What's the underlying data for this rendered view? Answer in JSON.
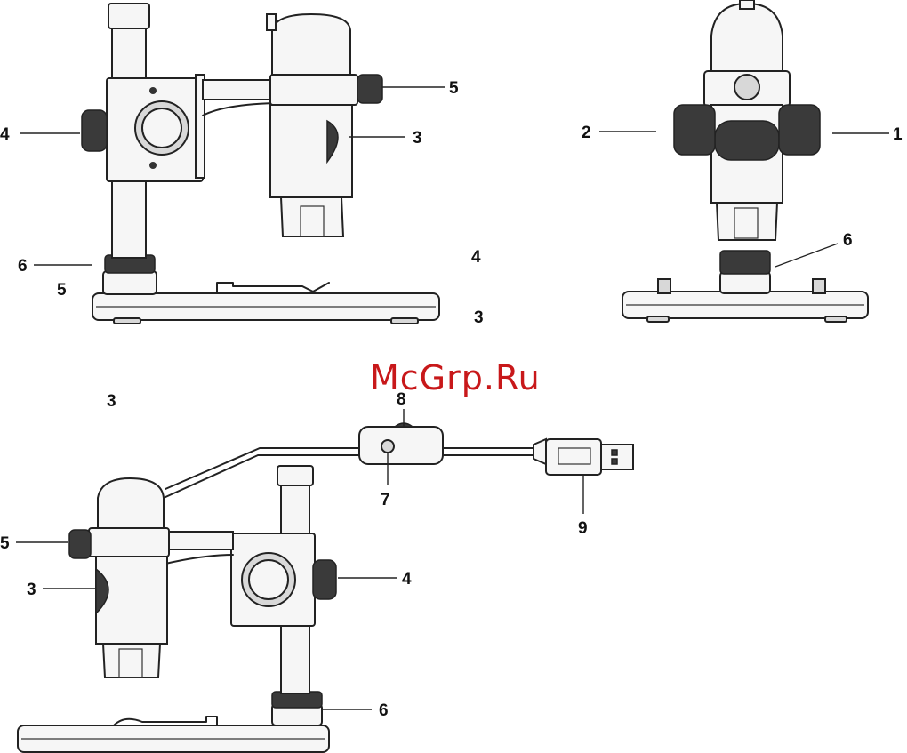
{
  "watermark": "McGrp.Ru",
  "views": {
    "side_top": {
      "callouts": {
        "c4": "4",
        "c5": "5",
        "c3": "3",
        "c6": "6"
      },
      "stray": {
        "s5": "5",
        "s4": "4",
        "s3": "3"
      }
    },
    "front": {
      "callouts": {
        "c2": "2",
        "c1": "1",
        "c6": "6"
      }
    },
    "side_bottom": {
      "stray": {
        "s3": "3"
      },
      "callouts": {
        "c8": "8",
        "c7": "7",
        "c9": "9",
        "c5": "5",
        "c3": "3",
        "c4": "4",
        "c6": "6"
      }
    }
  },
  "icons": [
    "microscope-stand-side-view",
    "microscope-stand-front-view",
    "microscope-usb-cable-view"
  ]
}
